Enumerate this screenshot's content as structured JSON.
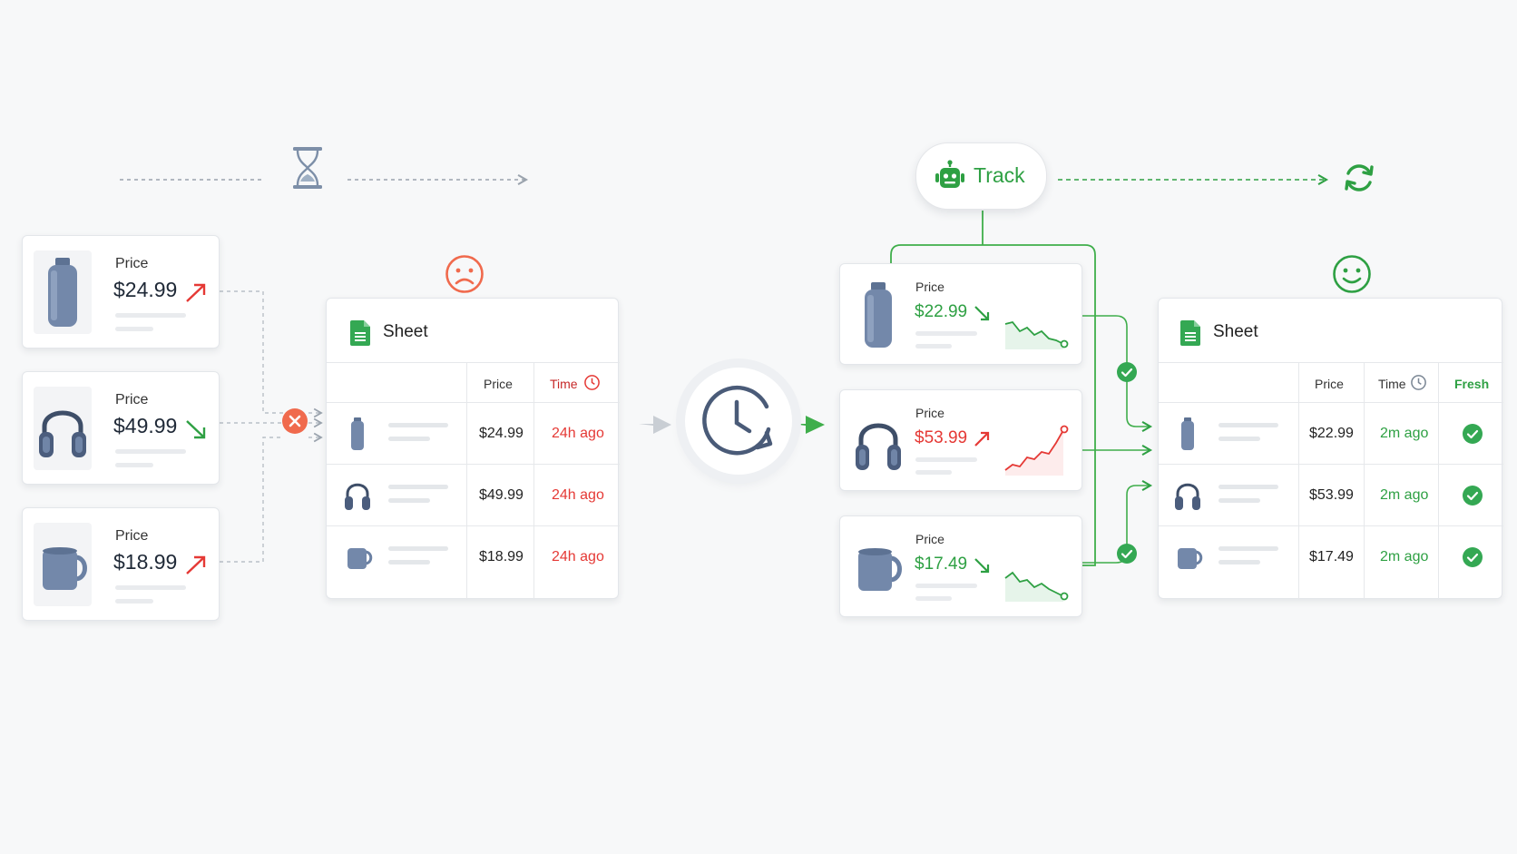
{
  "colors": {
    "accent_green": "#2ea043",
    "alert_red": "#e53935",
    "stale_orange": "#f06a4d",
    "product_blue": "#6e85a8",
    "neutral_gray": "#9aa3ad"
  },
  "before": {
    "products": [
      {
        "icon": "bottle-icon",
        "price_label": "Price",
        "price": "$24.99",
        "trend": "up"
      },
      {
        "icon": "headphones-icon",
        "price_label": "Price",
        "price": "$49.99",
        "trend": "down"
      },
      {
        "icon": "mug-icon",
        "price_label": "Price",
        "price": "$18.99",
        "trend": "up"
      }
    ],
    "sheet": {
      "title": "Sheet",
      "columns": {
        "price": "Price",
        "time": "Time"
      },
      "rows": [
        {
          "icon": "bottle-icon",
          "price": "$24.99",
          "time": "24h ago"
        },
        {
          "icon": "headphones-icon",
          "price": "$49.99",
          "time": "24h ago"
        },
        {
          "icon": "mug-icon",
          "price": "$18.99",
          "time": "24h ago"
        }
      ]
    }
  },
  "after": {
    "track_label": "Track",
    "products": [
      {
        "icon": "bottle-icon",
        "price_label": "Price",
        "price": "$22.99",
        "trend": "down",
        "color": "green"
      },
      {
        "icon": "headphones-icon",
        "price_label": "Price",
        "price": "$53.99",
        "trend": "up",
        "color": "red"
      },
      {
        "icon": "mug-icon",
        "price_label": "Price",
        "price": "$17.49",
        "trend": "down",
        "color": "green"
      }
    ],
    "sheet": {
      "title": "Sheet",
      "columns": {
        "price": "Price",
        "time": "Time",
        "fresh": "Fresh"
      },
      "rows": [
        {
          "icon": "bottle-icon",
          "price": "$22.99",
          "time": "2m ago"
        },
        {
          "icon": "headphones-icon",
          "price": "$53.99",
          "time": "2m ago"
        },
        {
          "icon": "mug-icon",
          "price": "$17.49",
          "time": "2m ago"
        }
      ]
    }
  }
}
